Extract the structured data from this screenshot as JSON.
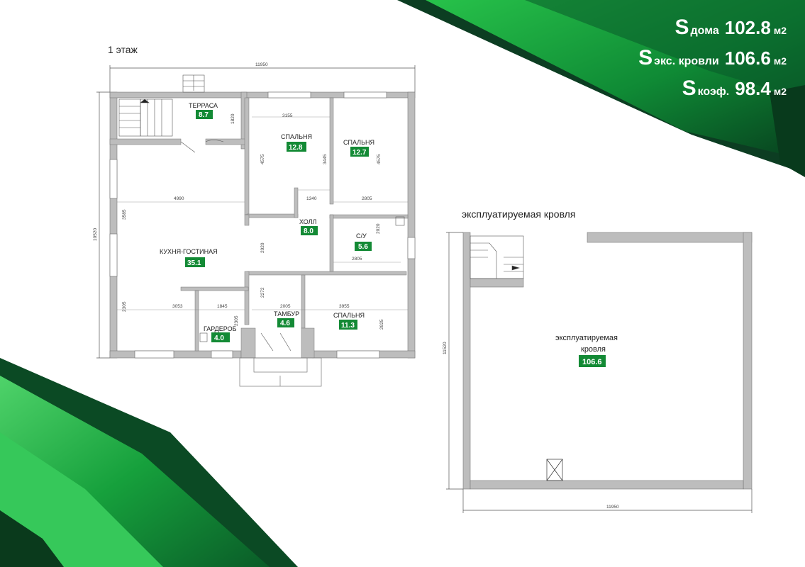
{
  "header": {
    "stats": [
      {
        "symbol": "S",
        "label": "дома",
        "value": "102.8",
        "unit": "м2"
      },
      {
        "symbol": "S",
        "label": "экс. кровли",
        "value": "106.6",
        "unit": "м2"
      },
      {
        "symbol": "S",
        "label": "коэф.",
        "value": "98.4",
        "unit": "м2"
      }
    ]
  },
  "floor_plan": {
    "title": "1 этаж",
    "overall_width": "11950",
    "overall_depth": "10520",
    "rooms": {
      "terrace": {
        "name": "ТЕРРАСА",
        "area": "8.7"
      },
      "bedroom1": {
        "name": "СПАЛЬНЯ",
        "area": "12.8"
      },
      "bedroom2": {
        "name": "СПАЛЬНЯ",
        "area": "12.7"
      },
      "hall": {
        "name": "ХОЛЛ",
        "area": "8.0"
      },
      "bathroom": {
        "name": "С/У",
        "area": "5.6"
      },
      "kitchen": {
        "name": "КУХНЯ-ГОСТИНАЯ",
        "area": "35.1"
      },
      "vestibule": {
        "name": "ТАМБУР",
        "area": "4.6"
      },
      "bedroom3": {
        "name": "СПАЛЬНЯ",
        "area": "11.3"
      },
      "wardrobe": {
        "name": "ГАРДЕРОБ",
        "area": "4.0"
      }
    },
    "dimensions": {
      "d1820": "1820",
      "d3155": "3155",
      "d4575a": "4575",
      "d3445": "3445",
      "d4575b": "4575",
      "d1340": "1340",
      "d2805a": "2805",
      "d4990": "4990",
      "d3585": "3585",
      "d2020a": "2020",
      "d2020b": "2020",
      "d2805b": "2805",
      "d2272": "2272",
      "d2005": "2005",
      "d3955": "3955",
      "d3053": "3053",
      "d1845": "1845",
      "d2305a": "2305",
      "d2305b": "2305",
      "d2925": "2925"
    }
  },
  "roof_plan": {
    "title": "эксплуатируемая кровля",
    "label_line1": "эксплуатируемая",
    "label_line2": "кровля",
    "area": "106.6",
    "width": "11950",
    "depth": "11520"
  },
  "colors": {
    "brand_green": "#1aa83c",
    "dark_green": "#0c4a24",
    "area_badge": "#138a35",
    "wall": "#bdbdbd"
  }
}
